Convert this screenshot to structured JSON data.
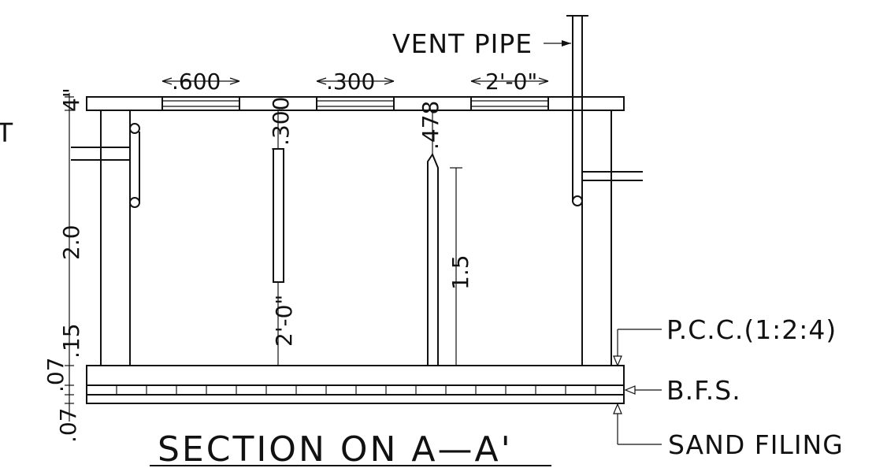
{
  "drawing": {
    "title": "SECTION ON A—A'",
    "left_cut_text": "T"
  },
  "labels": {
    "vent_pipe": "VENT PIPE",
    "pcc": "P.C.C.(1:2:4)",
    "bfs": "B.F.S.",
    "sand_filling": "SAND FILING"
  },
  "dimensions": {
    "opening_1": ".600",
    "opening_2": ".300",
    "opening_3": "2'-0\"",
    "slab_thickness": "4\"",
    "baffle_1_top_gap": ".300",
    "baffle_2_top_gap": ".478",
    "baffle_1_bottom_gap": "2'-0\"",
    "baffle_2_height": "1.5",
    "wall_height": "2.0",
    "pcc_thickness": ".15",
    "bfs_thickness": ".07",
    "sand_thickness": ".07"
  },
  "colors": {
    "line": "#111111",
    "background": "#ffffff"
  }
}
